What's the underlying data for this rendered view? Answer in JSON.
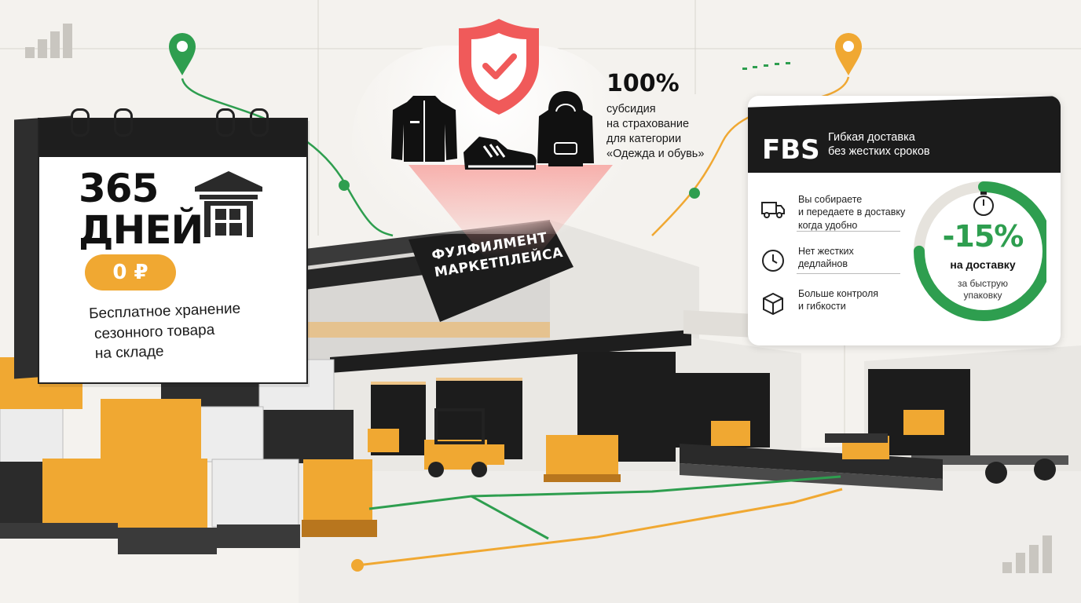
{
  "calendar": {
    "days_number": "365",
    "days_word": "ДНЕЙ",
    "price_badge": "0 ₽",
    "description_lines": [
      "Бесплатное хранение",
      "сезонного товара",
      "на складе"
    ]
  },
  "insurance": {
    "percent": "100%",
    "lines": [
      "субсидия",
      "на страхование",
      "для категории",
      "«Одежда и обувь»"
    ]
  },
  "building": {
    "sign_lines": [
      "ФУЛФИЛМЕНТ",
      "МАРКЕТПЛЕЙСА"
    ]
  },
  "fbs_card": {
    "title": "FBS",
    "subtitle_lines": [
      "Гибкая доставка",
      "без жестких сроков"
    ],
    "features": [
      {
        "icon": "truck-icon",
        "lines": [
          "Вы собираете",
          "и передаете в доставку",
          "когда удобно"
        ]
      },
      {
        "icon": "clock-icon",
        "lines": [
          "Нет жестких",
          "дедлайнов"
        ]
      },
      {
        "icon": "box-icon",
        "lines": [
          "Больше контроля",
          "и гибкости"
        ]
      }
    ],
    "discount": {
      "value": "-15%",
      "label": "на доставку",
      "note_lines": [
        "за быструю",
        "упаковку"
      ],
      "progress_fraction": 0.75
    }
  },
  "colors": {
    "accent_orange": "#f0a832",
    "accent_green": "#2e9e4f",
    "shield_red": "#f05a5a",
    "dark": "#1b1b1b",
    "background": "#f4f2ee"
  },
  "icons": [
    "location-pin-green-icon",
    "location-pin-orange-icon",
    "shield-check-icon",
    "jacket-icon",
    "sneaker-icon",
    "hoodie-icon",
    "warehouse-icon",
    "stopwatch-icon",
    "bar-chart-icon"
  ]
}
